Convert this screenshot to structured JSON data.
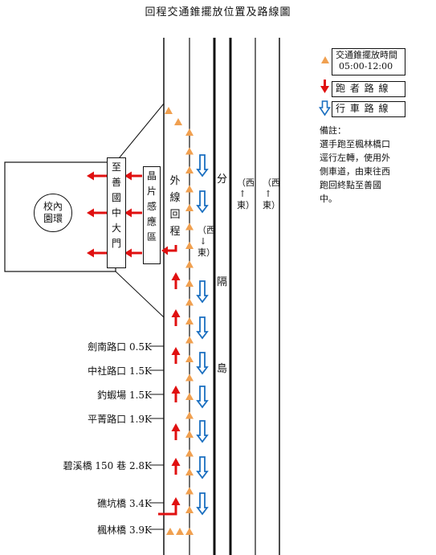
{
  "title": "回程交通錐擺放位置及路線圖",
  "legend": {
    "cone_label_line1": "交通錐擺放時間",
    "cone_label_line2": "05:00-12:00",
    "runner_label": "跑 者 路 線",
    "vehicle_label": "行 車 路 線"
  },
  "note": {
    "heading": "備註：",
    "lines": [
      "選手跑至楓林橋口",
      "逕行左轉，使用外",
      "側車道，由東往西",
      "跑回終點至善國",
      "中。"
    ]
  },
  "labels": {
    "campus_line1": "校內",
    "campus_line2": "園環",
    "gate": "至善國中大門",
    "chip": "晶片感應區",
    "outer_lane": "外線回程",
    "west_east_inner": "（西↓東）",
    "divider": "分隔島",
    "west_east_1": "（西↑東）",
    "west_east_2": "（西↑東）"
  },
  "checkpoints": [
    {
      "name": "劍南路口 0.5K"
    },
    {
      "name": "中社路口 1.5K"
    },
    {
      "name": "釣蝦場 1.5K"
    },
    {
      "name": "平菁路口 1.9K"
    },
    {
      "name": "碧溪橋 150 巷 2.8K"
    },
    {
      "name": "礁坑橋 3.4K"
    },
    {
      "name": "楓林橋 3.9K"
    }
  ],
  "colors": {
    "cone": "#f0a050",
    "runner_arrow": "#e01010",
    "vehicle_arrow": "#1a6fc0",
    "line": "#111111"
  }
}
